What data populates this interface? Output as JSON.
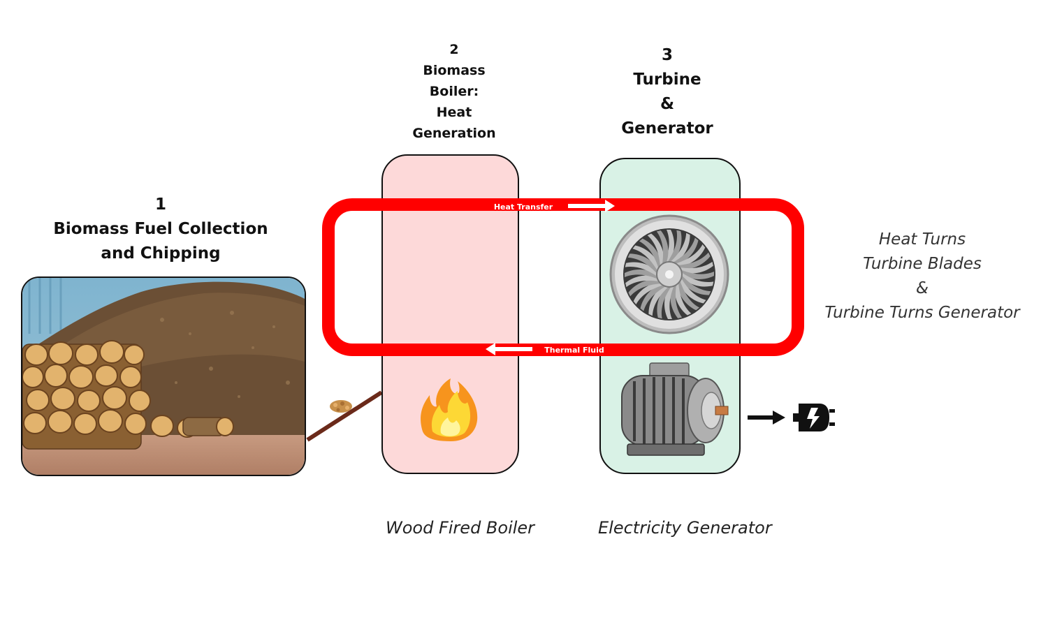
{
  "steps": [
    {
      "number": "1",
      "lines": [
        "Biomass Fuel Collection",
        "and Chipping"
      ]
    },
    {
      "number": "2",
      "lines": [
        "Biomass",
        "Boiler:",
        "Heat",
        "Generation"
      ]
    },
    {
      "number": "3",
      "lines": [
        "Turbine",
        "&",
        "Generator"
      ]
    }
  ],
  "loop": {
    "top_label": "Heat Transfer",
    "bottom_label": "Thermal Fluid",
    "color": "#ff0000"
  },
  "captions": {
    "boiler": "Wood Fired Boiler",
    "generator": "Electricity Generator"
  },
  "side_note": [
    "Heat Turns",
    "Turbine Blades",
    "&",
    "Turbine Turns Generator"
  ],
  "colors": {
    "boiler_fill": "#fdd9d9",
    "generator_fill": "#d9f2e6",
    "outline": "#111111"
  },
  "icons": {
    "boiler": "fire-icon",
    "turbine": "turbine-fan-icon",
    "generator": "electric-motor-icon",
    "output_arrow": "arrow-right-icon",
    "output": "power-plug-icon"
  }
}
